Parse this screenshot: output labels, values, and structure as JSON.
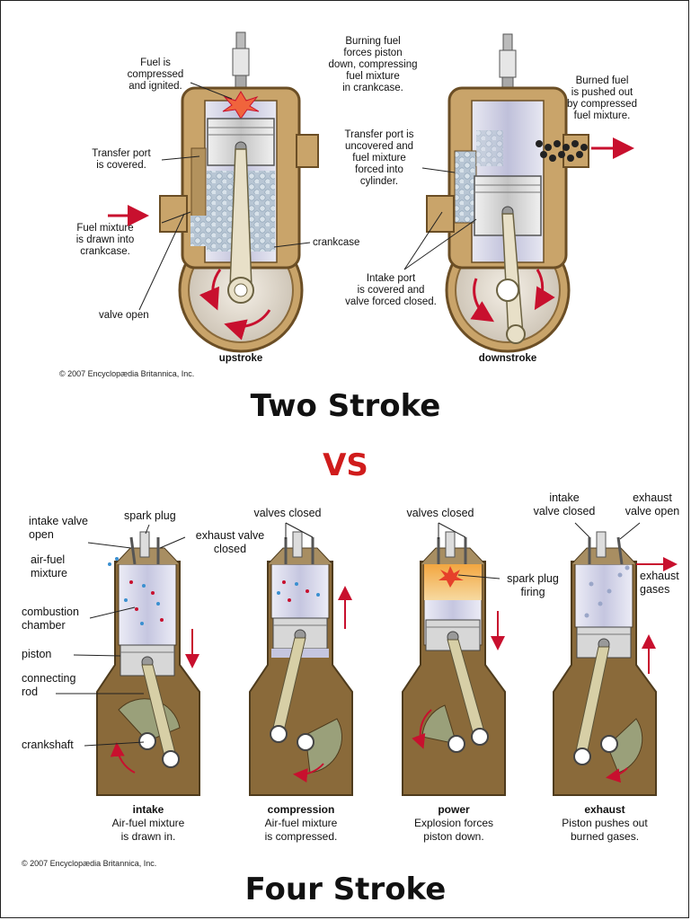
{
  "two_stroke": {
    "upstroke": {
      "label": "upstroke",
      "callouts": {
        "fuel_compressed": "Fuel is\ncompressed\nand ignited.",
        "transfer_port_covered": "Transfer port\nis covered.",
        "fuel_mixture_drawn": "Fuel mixture\nis drawn into\ncrankcase.",
        "crankcase": "crankcase",
        "valve_open": "valve open"
      }
    },
    "downstroke": {
      "label": "downstroke",
      "callouts": {
        "burning_fuel": "Burning fuel\nforces piston\ndown, compressing\nfuel mixture\nin crankcase.",
        "transfer_port_uncovered": "Transfer port is\nuncovered and\nfuel mixture\nforced into\ncylinder.",
        "burned_fuel": "Burned fuel\nis pushed out\nby compressed\nfuel mixture.",
        "intake_port_covered": "Intake port\nis covered and\nvalve forced closed."
      }
    },
    "copyright": "© 2007 Encyclopædia Britannica, Inc."
  },
  "titles": {
    "two_stroke": "Two Stroke",
    "vs": "VS",
    "four_stroke": "Four Stroke"
  },
  "four_stroke": {
    "labels": {
      "intake_valve_open": "intake valve\nopen",
      "spark_plug": "spark plug",
      "exhaust_valve_closed": "exhaust valve\nclosed",
      "air_fuel_mixture": "air-fuel\nmixture",
      "combustion_chamber": "combustion\nchamber",
      "piston": "piston",
      "connecting_rod": "connecting\nrod",
      "crankshaft": "crankshaft",
      "valves_closed_1": "valves closed",
      "valves_closed_2": "valves closed",
      "spark_plug_firing": "spark plug\nfiring",
      "intake_valve_closed": "intake\nvalve closed",
      "exhaust_valve_open": "exhaust\nvalve open",
      "exhaust_gases": "exhaust\ngases"
    },
    "stages": [
      {
        "name": "intake",
        "desc": "Air-fuel mixture\nis drawn in."
      },
      {
        "name": "compression",
        "desc": "Air-fuel mixture\nis compressed."
      },
      {
        "name": "power",
        "desc": "Explosion forces\npiston down."
      },
      {
        "name": "exhaust",
        "desc": "Piston pushes out\nburned gases."
      }
    ],
    "copyright": "© 2007 Encyclopædia Britannica, Inc."
  },
  "colors": {
    "engine_brown": "#8a6a3a",
    "engine_tan": "#c9a46a",
    "cylinder_lavender": "#d9d9ec",
    "arrow_red": "#c8102e",
    "vs_red": "#d01c1c",
    "fuel_blue": "#9ab3c8"
  }
}
